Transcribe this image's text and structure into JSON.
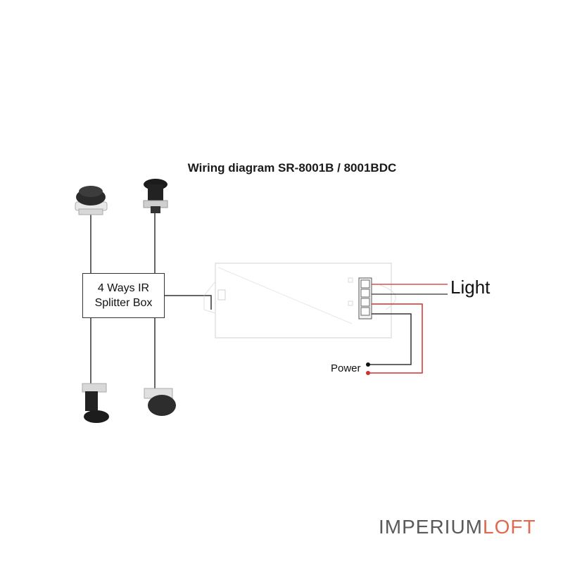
{
  "title": "Wiring diagram SR-8001B / 8001BDC",
  "splitter": {
    "line1": "4 Ways IR",
    "line2": "Splitter Box"
  },
  "labels": {
    "light": "Light",
    "power": "Power"
  },
  "watermark": {
    "part1": "IMPERIUM",
    "part2": "LOFT"
  },
  "colors": {
    "wire_black": "#333333",
    "wire_red": "#d32f2f",
    "watermark_gray": "#5a5a5a",
    "watermark_accent": "#e06a50"
  }
}
